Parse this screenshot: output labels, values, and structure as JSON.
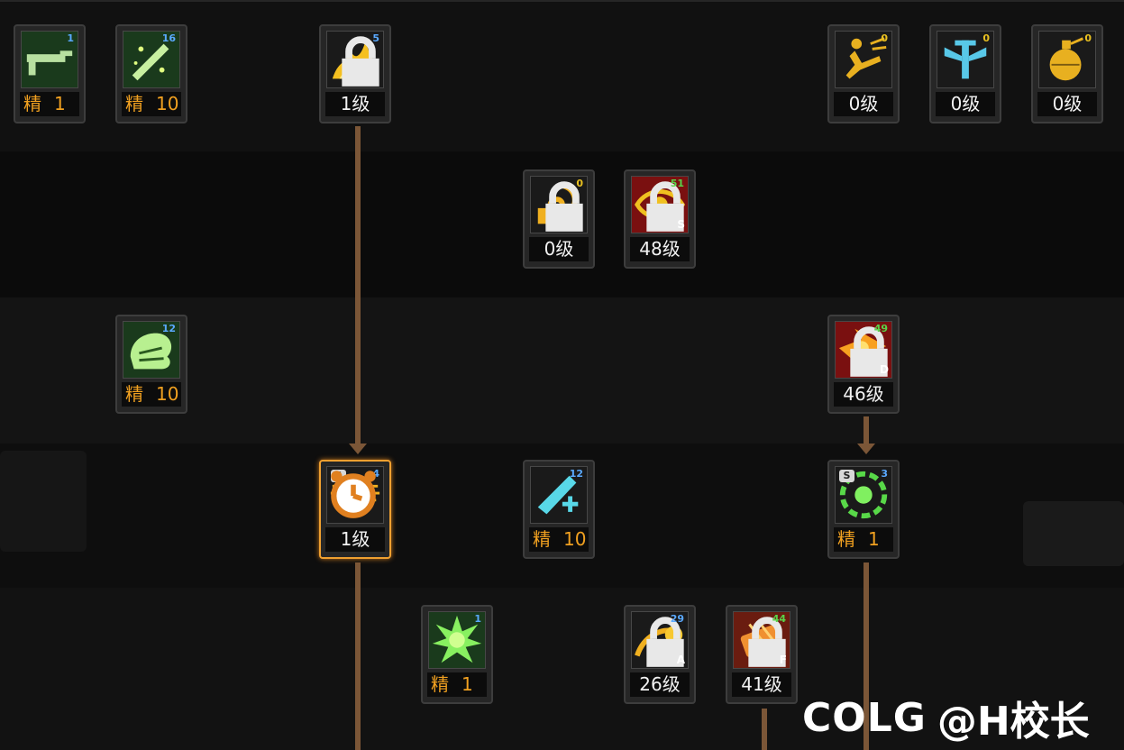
{
  "skills": [
    {
      "id": "s1",
      "count": "1",
      "countColor": "blue",
      "elite": true,
      "level": "1",
      "iconName": "rifle-icon",
      "iconStyle": "green"
    },
    {
      "id": "s2",
      "count": "16",
      "countColor": "blue",
      "elite": true,
      "level": "10",
      "iconName": "sparkle-rifle-icon",
      "iconStyle": "green"
    },
    {
      "id": "s3",
      "count": "5",
      "countColor": "blue",
      "elite": false,
      "level": "1级",
      "locked": true,
      "iconName": "flame-icon",
      "iconStyle": "dark"
    },
    {
      "id": "s4",
      "count": "0",
      "countColor": "yellow",
      "elite": false,
      "level": "0级",
      "iconName": "kick-icon",
      "iconStyle": "dark"
    },
    {
      "id": "s5",
      "count": "0",
      "countColor": "yellow",
      "elite": false,
      "level": "0级",
      "iconName": "winged-cross-icon",
      "iconStyle": "dark"
    },
    {
      "id": "s6",
      "count": "0",
      "countColor": "yellow",
      "elite": false,
      "level": "0级",
      "iconName": "grenade-icon",
      "iconStyle": "dark"
    },
    {
      "id": "s7",
      "count": "0",
      "countColor": "yellow",
      "elite": false,
      "level": "0级",
      "locked": true,
      "iconName": "fire-swirl-icon",
      "iconStyle": "dark"
    },
    {
      "id": "s8",
      "count": "51",
      "countColor": "green",
      "elite": false,
      "level": "48级",
      "locked": true,
      "grade": "S",
      "iconName": "eye-icon",
      "iconStyle": "red"
    },
    {
      "id": "s9",
      "count": "12",
      "countColor": "blue",
      "elite": true,
      "level": "10",
      "iconName": "dragon-icon",
      "iconStyle": "green"
    },
    {
      "id": "s10",
      "count": "49",
      "countColor": "green",
      "elite": false,
      "level": "46级",
      "locked": true,
      "grade": "D",
      "iconName": "burst-icon",
      "iconStyle": "red"
    },
    {
      "id": "s11",
      "count": "4",
      "countColor": "blue",
      "elite": false,
      "level": "1级",
      "sbadge": "S",
      "clock": true,
      "selected": true,
      "iconName": "bullet-streak-icon",
      "iconStyle": "dark"
    },
    {
      "id": "s12",
      "count": "12",
      "countColor": "blue",
      "elite": true,
      "level": "10",
      "iconName": "rifle-plus-icon",
      "iconStyle": "dark"
    },
    {
      "id": "s13",
      "count": "3",
      "countColor": "blue",
      "elite": true,
      "level": "1",
      "sbadge": "S",
      "iconName": "green-orb-icon",
      "iconStyle": "dark"
    },
    {
      "id": "s14",
      "count": "1",
      "countColor": "blue",
      "elite": true,
      "level": "1",
      "iconName": "green-explosion-icon",
      "iconStyle": "green"
    },
    {
      "id": "s15",
      "count": "29",
      "countColor": "blue",
      "elite": false,
      "level": "26级",
      "locked": true,
      "grade": "A",
      "iconName": "fireball-icon",
      "iconStyle": "dark"
    },
    {
      "id": "s16",
      "count": "44",
      "countColor": "green",
      "elite": false,
      "level": "41级",
      "locked": true,
      "grade": "F",
      "iconName": "gatling-icon",
      "iconStyle": "red2"
    }
  ],
  "eliteLabel": "精",
  "watermark": {
    "logo": "COLG",
    "handle": "@H校长"
  },
  "colors": {
    "connector": "#7b5637",
    "eliteText": "#f0a020",
    "selectedBorder": "#f0a030"
  }
}
